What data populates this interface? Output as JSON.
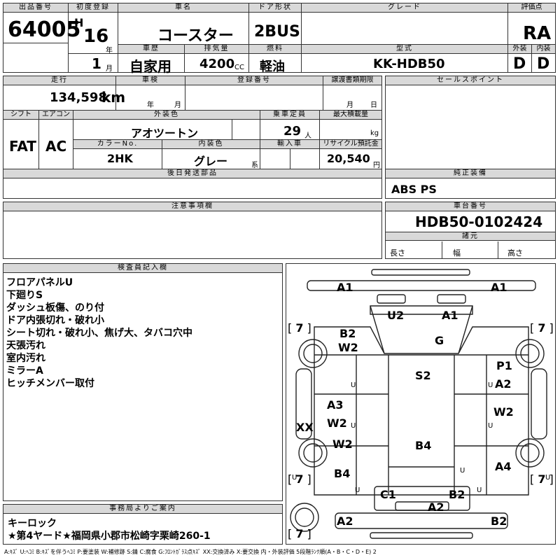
{
  "row1": {
    "lot_no_label": "出品番号",
    "lot_no": "64005",
    "first_reg_label": "初度登録",
    "era": "H",
    "year": "16",
    "year_unit": "年",
    "month": "1",
    "month_unit": "月",
    "car_name_label": "車名",
    "car_name": "コースター",
    "door_label": "ドア形状",
    "door": "2BUS",
    "grade_label": "グレード",
    "grade": "",
    "score_label": "評価点",
    "score": "RA",
    "history_label": "車歴",
    "history": "自家用",
    "displacement_label": "排気量",
    "displacement": "4200",
    "displacement_unit": "CC",
    "fuel_label": "燃料",
    "fuel": "軽油",
    "model_label": "型式",
    "model": "KK-HDB50",
    "exterior_label": "外装",
    "exterior": "D",
    "interior_label": "内装",
    "interior": "D"
  },
  "row2": {
    "mileage_label": "走行",
    "mileage": "134,598",
    "mileage_unit": "km",
    "inspection_label": "車検",
    "insp_year_unit": "年",
    "insp_month_unit": "月",
    "reg_no_label": "登録番号",
    "reg_no": "",
    "delivery_label": "譲渡書類期限",
    "delivery_month_unit": "月",
    "delivery_day_unit": "日",
    "sales_point_label": "セールスポイント",
    "shift_label": "シフト",
    "shift": "FAT",
    "aircon_label": "エアコン",
    "aircon": "AC",
    "ext_color_label": "外装色",
    "ext_color": "アオツートン",
    "capacity_label": "乗車定員",
    "capacity": "29",
    "capacity_unit": "人",
    "max_load_label": "最大積載量",
    "max_load_unit": "kg",
    "color_no_label": "カラーNo.",
    "color_no": "2HK",
    "int_color_label": "内装色",
    "int_color": "グレー",
    "int_color_unit": "系",
    "import_label": "輸入車",
    "recycle_label": "リサイクル預託金",
    "recycle": "20,540",
    "recycle_unit": "円",
    "later_parts_label": "後日発送部品",
    "equipment_label": "純正装備",
    "equipment": "ABS PS",
    "caution_label": "注意事項欄",
    "chassis_label": "車台番号",
    "chassis": "HDB50-0102424",
    "dims_label": "諸元",
    "length_label": "長さ",
    "width_label": "幅",
    "height_label": "高さ"
  },
  "inspector": {
    "label": "検査員記入欄",
    "lines": [
      "フロアパネルU",
      "下廻りS",
      "ダッシュ板傷、のり付",
      "ドア内張切れ・破れ小",
      "シート切れ・破れ小、焦げ大、タバコ穴中",
      "天張汚れ",
      "室内汚れ",
      "ミラーA",
      "ヒッチメンバー取付"
    ]
  },
  "office": {
    "label": "事務局よりご案内",
    "lines": [
      "キーロック",
      "★第4ヤード★福岡県小郡市松崎字栗崎260-1"
    ]
  },
  "diagram": {
    "front_left": "A1",
    "front_right": "A1",
    "u2": "U2",
    "a1_hood": "A1",
    "g": "G",
    "b2": "B2",
    "w2_a": "W2",
    "p1": "P1",
    "s2": "S2",
    "a2_r": "A2",
    "a3": "A3",
    "w2_b": "W2",
    "w2_r": "W2",
    "xx": "XX",
    "w2_c": "W2",
    "b4_c": "B4",
    "a4": "A4",
    "b4_l": "B4",
    "c1": "C1",
    "b2_rear": "B2",
    "a2_rear": "A2",
    "a2_rl": "A2",
    "b2_rr": "B2",
    "tire_fl": "7",
    "tire_fr": "7",
    "tire_rl": "7",
    "tire_rr": "7",
    "tire_spare": "7",
    "small_u": "U"
  },
  "legend": "A:ｷｽﾞ U:ﾍｺﾐ B:ｷｽﾞを伴うﾍｺﾐ P:要塗装 W:補修跡 S:錆 C:腐食 G:ﾌﾛﾝﾄｶﾞﾗｽ点ｷｽﾞ XX:交換済み X:要交換 内・外装評価 5段階ﾗﾝｸ順(A・B・C・D・E) 2"
}
